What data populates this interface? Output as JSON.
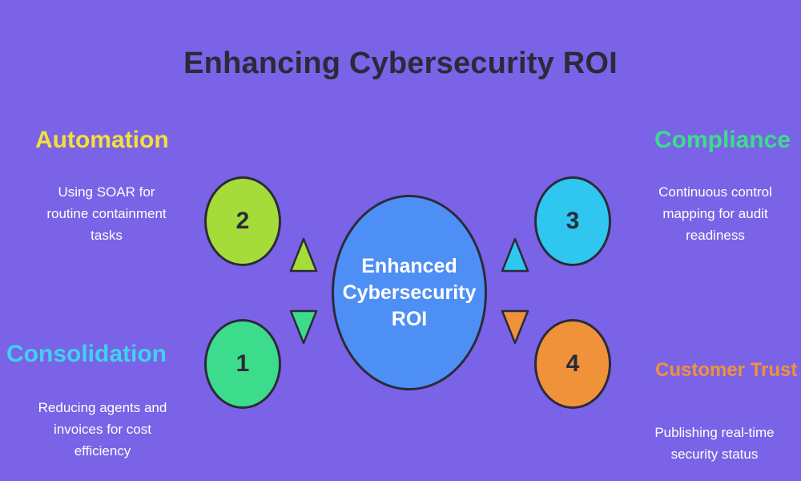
{
  "title": "Enhancing Cybersecurity ROI",
  "center": {
    "label": "Enhanced Cybersecurity ROI"
  },
  "items": [
    {
      "number": "1",
      "heading": "Consolidation",
      "description": "Reducing agents and invoices for cost efficiency",
      "color": "#3ddc8c",
      "heading_color": "#3fd2f0"
    },
    {
      "number": "2",
      "heading": "Automation",
      "description": "Using SOAR for routine containment tasks",
      "color": "#a6dc3a",
      "heading_color": "#f3e03a"
    },
    {
      "number": "3",
      "heading": "Compliance",
      "description": "Continuous control mapping for audit readiness",
      "color": "#2fc6f0",
      "heading_color": "#3ddc8c"
    },
    {
      "number": "4",
      "heading": "Customer Trust",
      "description": "Publishing real-time security status",
      "color": "#f0923a",
      "heading_color": "#f0923a"
    }
  ]
}
